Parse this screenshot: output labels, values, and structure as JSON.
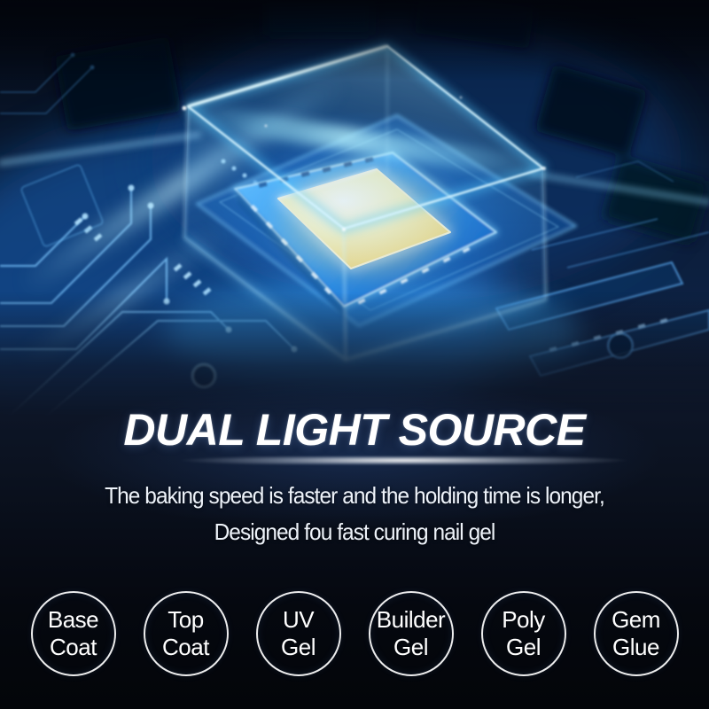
{
  "hero": {
    "alt": "Glowing LED chip inside a translucent cover on a blue circuit board",
    "colors": {
      "background_navy": "#0a1a33",
      "board_blue": "#1565c0",
      "glow_cyan": "#7fd9ff",
      "led_warm_center": "#fffdf0",
      "led_warm_edge": "#edc75c",
      "text_white": "#ffffff"
    }
  },
  "headline": {
    "text": "DUAL LIGHT SOURCE"
  },
  "description": {
    "line1": "The baking speed is faster and the holding time is longer,",
    "line2": "Designed fou fast curing nail gel"
  },
  "gel_badges": [
    {
      "line1": "Base",
      "line2": "Coat"
    },
    {
      "line1": "Top",
      "line2": "Coat"
    },
    {
      "line1": "UV",
      "line2": "Gel"
    },
    {
      "line1": "Builder",
      "line2": "Gel"
    },
    {
      "line1": "Poly",
      "line2": "Gel"
    },
    {
      "line1": "Gem",
      "line2": "Glue"
    }
  ]
}
